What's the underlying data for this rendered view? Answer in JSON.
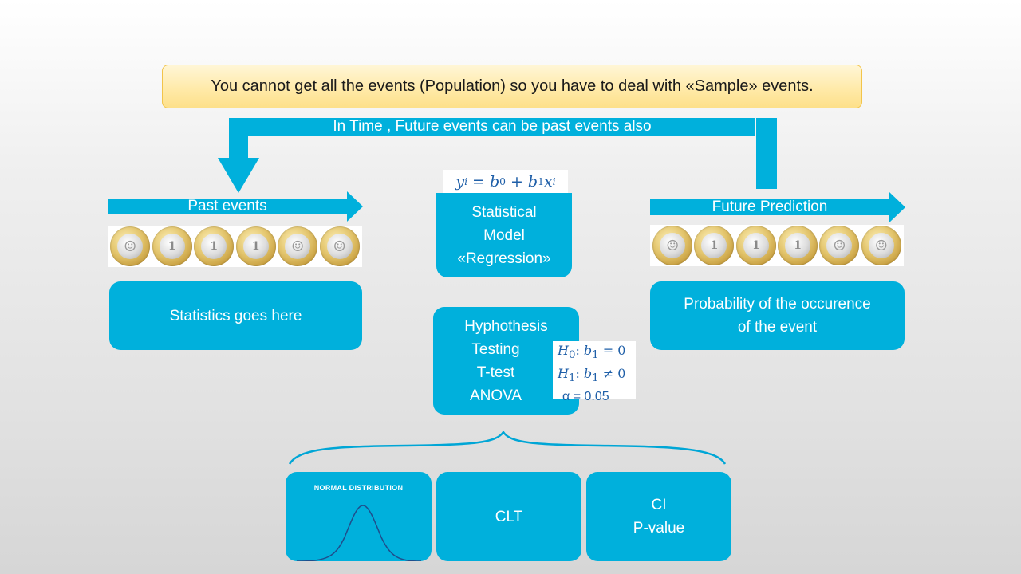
{
  "header": {
    "callout_text": "You cannot get all the events (Population) so you have to deal with «Sample» events."
  },
  "loop": {
    "label": "In Time , Future events can be past events also"
  },
  "past": {
    "arrow_label": "Past events",
    "coins": [
      {
        "face": "heads",
        "icon": "coin-heads-icon"
      },
      {
        "face": "tails",
        "icon": "coin-tails-icon"
      },
      {
        "face": "tails",
        "icon": "coin-tails-icon"
      },
      {
        "face": "tails",
        "icon": "coin-tails-icon"
      },
      {
        "face": "heads",
        "icon": "coin-heads-icon"
      },
      {
        "face": "heads",
        "icon": "coin-heads-icon"
      }
    ],
    "box_text": "Statistics goes here"
  },
  "future": {
    "arrow_label": "Future Prediction",
    "coins": [
      {
        "face": "heads",
        "icon": "coin-heads-icon"
      },
      {
        "face": "tails",
        "icon": "coin-tails-icon"
      },
      {
        "face": "tails",
        "icon": "coin-tails-icon"
      },
      {
        "face": "tails",
        "icon": "coin-tails-icon"
      },
      {
        "face": "heads",
        "icon": "coin-heads-icon"
      },
      {
        "face": "heads",
        "icon": "coin-heads-icon"
      }
    ],
    "box_line1": "Probability of the occurence",
    "box_line2": "of the event"
  },
  "model": {
    "formula": {
      "y": "y",
      "i": "i",
      "eq": "=",
      "b": "b",
      "zero": "0",
      "plus": "+",
      "one": "1",
      "x": "x"
    },
    "line1": "Statistical",
    "line2": "Model",
    "line3": "«Regression»"
  },
  "hypothesis": {
    "line1": "Hyphothesis",
    "line2": "Testing",
    "line3": "T-test",
    "line4": "ANOVA",
    "h0": {
      "H": "H",
      "sub": "0",
      "rest_b": "b",
      "rest_sub": "1",
      "rel": "= 0"
    },
    "h1": {
      "H": "H",
      "sub": "1",
      "rest_b": "b",
      "rest_sub": "1",
      "rel": "≠ 0"
    },
    "alpha": "α = 0.05"
  },
  "bottom": {
    "normal_title": "NORMAL DISTRIBUTION",
    "clt": "CLT",
    "ci": "CI",
    "pvalue": "P-value"
  },
  "colors": {
    "accent_blue": "#00b0dc",
    "callout_fill": "#ffe9a6",
    "callout_border": "#f2c44a",
    "formula_text": "#1f5fa8",
    "curve": "#1f4e8c"
  }
}
